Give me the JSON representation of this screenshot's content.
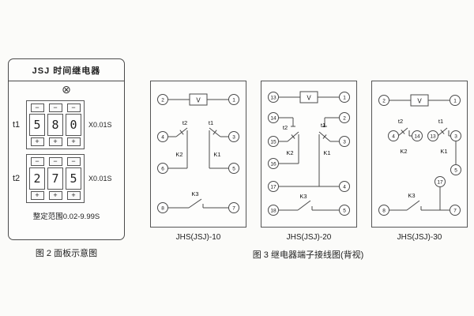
{
  "figure2": {
    "panel_title": "JSJ 时间继电器",
    "lamp_symbol": "⊗",
    "minus_label": "−",
    "plus_label": "+",
    "rows": [
      {
        "label": "t1",
        "digits": [
          "5",
          "8",
          "0"
        ],
        "multiplier": "X0.01S"
      },
      {
        "label": "t2",
        "digits": [
          "2",
          "7",
          "5"
        ],
        "multiplier": "X0.01S"
      }
    ],
    "range_text": "整定范围0.02-9.99S",
    "caption": "图 2 面板示意图"
  },
  "figure3": {
    "caption": "图 3 继电器端子接线图(背视)",
    "diagrams": [
      {
        "label": "JHS(JSJ)-10",
        "v_label": "V",
        "terminals": {
          "top_left": "2",
          "top_right": "1",
          "mid_left": "4",
          "mid_right": "3",
          "low_left": "6",
          "low_right": "5",
          "bottom_left": "8",
          "bottom_right": "7"
        },
        "labels": {
          "t_left": "t2",
          "t_right": "t1",
          "k_left": "K2",
          "k_right": "K1",
          "k_bottom": "K3"
        }
      },
      {
        "label": "JHS(JSJ)-20",
        "v_label": "V",
        "left_terminals": [
          "13",
          "14",
          "15",
          "16",
          "17",
          "18"
        ],
        "right_terminals": [
          "1",
          "2",
          "3",
          "4",
          "5"
        ],
        "labels": {
          "t_left": "t2",
          "t_right": "t1",
          "k_left": "K2",
          "k_right": "K1",
          "k_bottom": "K3"
        }
      },
      {
        "label": "JHS(JSJ)-30",
        "v_label": "V",
        "terminals": {
          "top_left": "2",
          "top_right": "1",
          "c_left_a": "4",
          "c_left_b": "14",
          "c_right_a": "13",
          "c_right_b": "3",
          "right_mid": "5",
          "inner": "17",
          "bottom_left": "8",
          "bottom_right": "7"
        },
        "labels": {
          "t_left": "t2",
          "t_right": "t1",
          "k_left": "K2",
          "k_right": "K1",
          "k_bottom": "K3"
        }
      }
    ]
  }
}
